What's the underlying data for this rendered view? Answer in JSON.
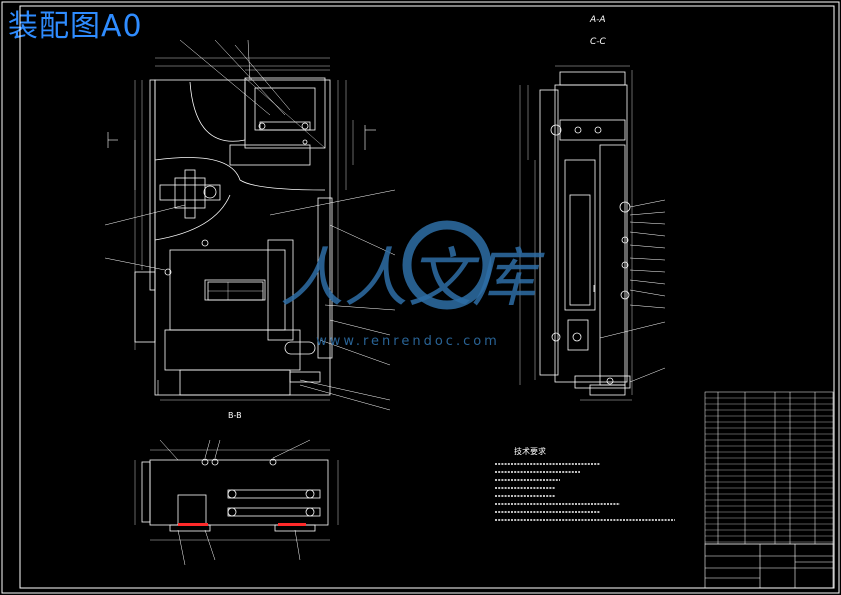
{
  "title": "装配图A0",
  "views": {
    "aa": "A-A",
    "cc": "C-C",
    "bb": "B-B"
  },
  "tech_requirements": {
    "heading": "技术要求"
  },
  "watermark": {
    "brand": "人人文库",
    "url": "www.renrendoc.com"
  },
  "colors": {
    "background": "#000000",
    "lines": "#ffffff",
    "title": "#2f8cff",
    "watermark": "#2e6ea6",
    "accent": "#ff2a2a"
  }
}
